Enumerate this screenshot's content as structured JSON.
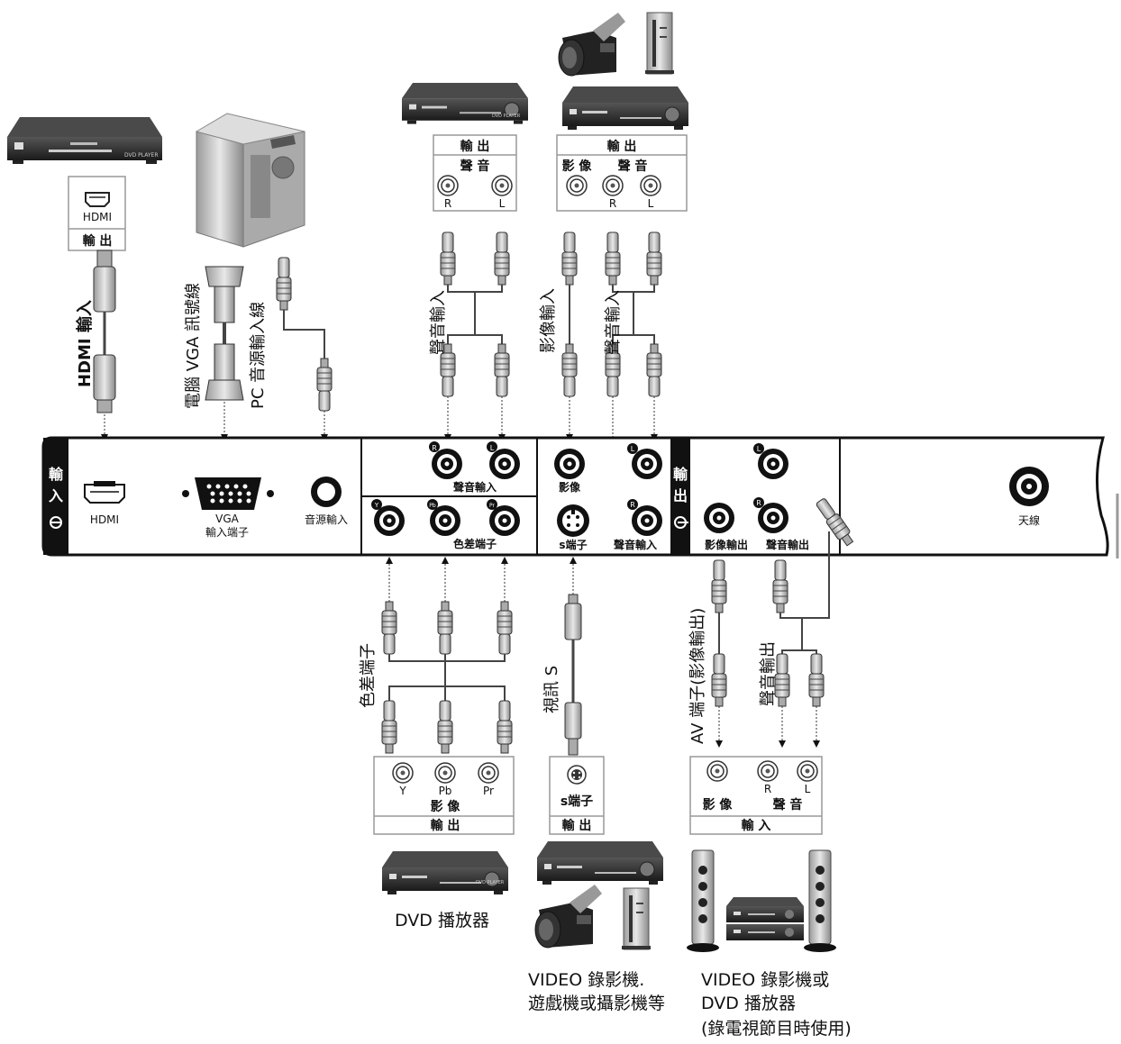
{
  "panel": {
    "input_side_label": "輸入",
    "output_side_label": "輸出",
    "hdmi_label": "HDMI",
    "vga_label_1": "VGA",
    "vga_label_2": "輸入端子",
    "audio_in_label": "音源輸入",
    "audio_input_label": "聲音輸入",
    "component_label": "色差端子",
    "video_label": "影像",
    "s_terminal_label": "s端子",
    "audio_input_label_2": "聲音輸入",
    "video_out_label": "影像輸出",
    "audio_out_label": "聲音輸出",
    "antenna_label": "天線",
    "jack_R": "R",
    "jack_L": "L",
    "jack_Y": "Y",
    "jack_Pb": "Pb",
    "jack_Pr": "Pr"
  },
  "devices": {
    "dvd_player_text": "DVD PLAYER",
    "hdmi_box": {
      "port": "HDMI",
      "title": "輸 出"
    },
    "audio_out_box": {
      "title": "輸 出",
      "sub": "聲 音",
      "r": "R",
      "l": "L"
    },
    "av_out_box": {
      "title": "輸 出",
      "video": "影 像",
      "audio": "聲 音",
      "r": "R",
      "l": "L"
    },
    "component_box": {
      "y": "Y",
      "pb": "Pb",
      "pr": "Pr",
      "video": "影 像",
      "title": "輸 出"
    },
    "s_box": {
      "label": "s端子",
      "title": "輸 出"
    },
    "av_in_box": {
      "video": "影 像",
      "audio": "聲 音",
      "r": "R",
      "l": "L",
      "title": "輸 入"
    }
  },
  "cables": {
    "hdmi_in": "HDMI  輸入",
    "vga_cable_1": "電腦 VGA  訊號線",
    "vga_cable_2": "PC  音源輸入線",
    "audio_in_top": "聲音輸入",
    "video_in_top": "影像輸入",
    "audio_in_top_2": "聲音輸入",
    "component_cable": "色差端子",
    "s_video_cable": "視訊 S",
    "av_out_cable": "AV 端子(影像輸出)",
    "audio_out_cable": "聲音輸出"
  },
  "captions": {
    "dvd": "DVD  播放器",
    "vcr_1": "VIDEO 錄影機.",
    "vcr_2": "遊戲機或攝影機等",
    "rec_1": "VIDEO 錄影機或",
    "rec_2": "DVD 播放器",
    "rec_3": "(錄電視節目時使用)"
  }
}
